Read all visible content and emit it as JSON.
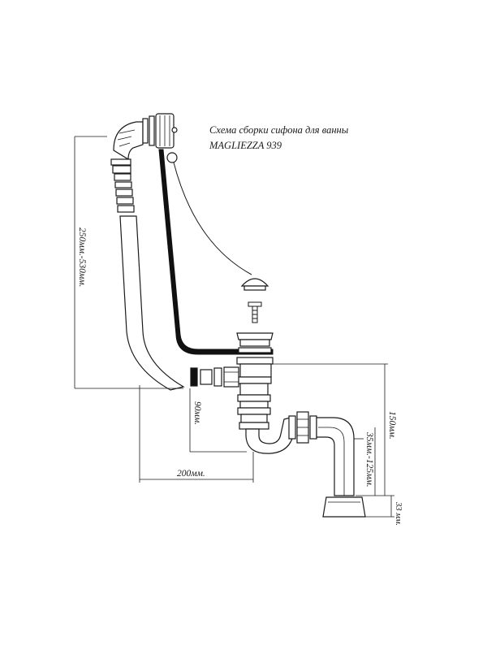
{
  "title": {
    "line1": "Схема сборки сифона для ванны",
    "line2": "MAGLIEZZA 939"
  },
  "dimensions": {
    "overflow_height": "250мм.-530мм.",
    "drain_offset": "90мм.",
    "horizontal_length": "200мм.",
    "total_height": "150мм.",
    "outlet_range": "35мм.-125мм.",
    "outlet_base": "33 мм."
  },
  "colors": {
    "line": "#1a1a1a",
    "pipe": "#111111",
    "paper": "#ffffff"
  }
}
